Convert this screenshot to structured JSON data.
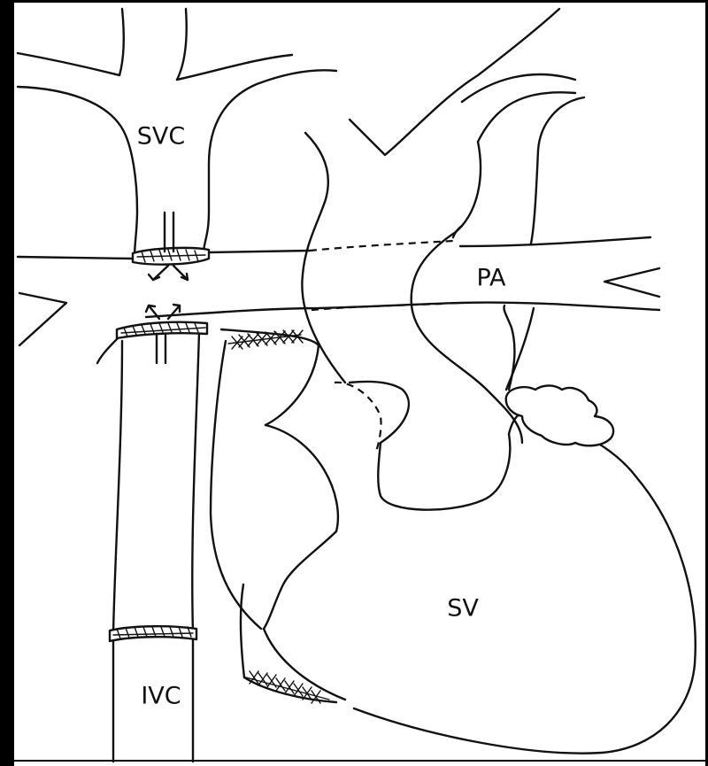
{
  "labels": {
    "svc": "SVC",
    "pa": "PA",
    "sv": "SV",
    "ivc": "IVC"
  },
  "colors": {
    "ink": "#111111",
    "background": "#ffffff",
    "border": "#000000"
  }
}
